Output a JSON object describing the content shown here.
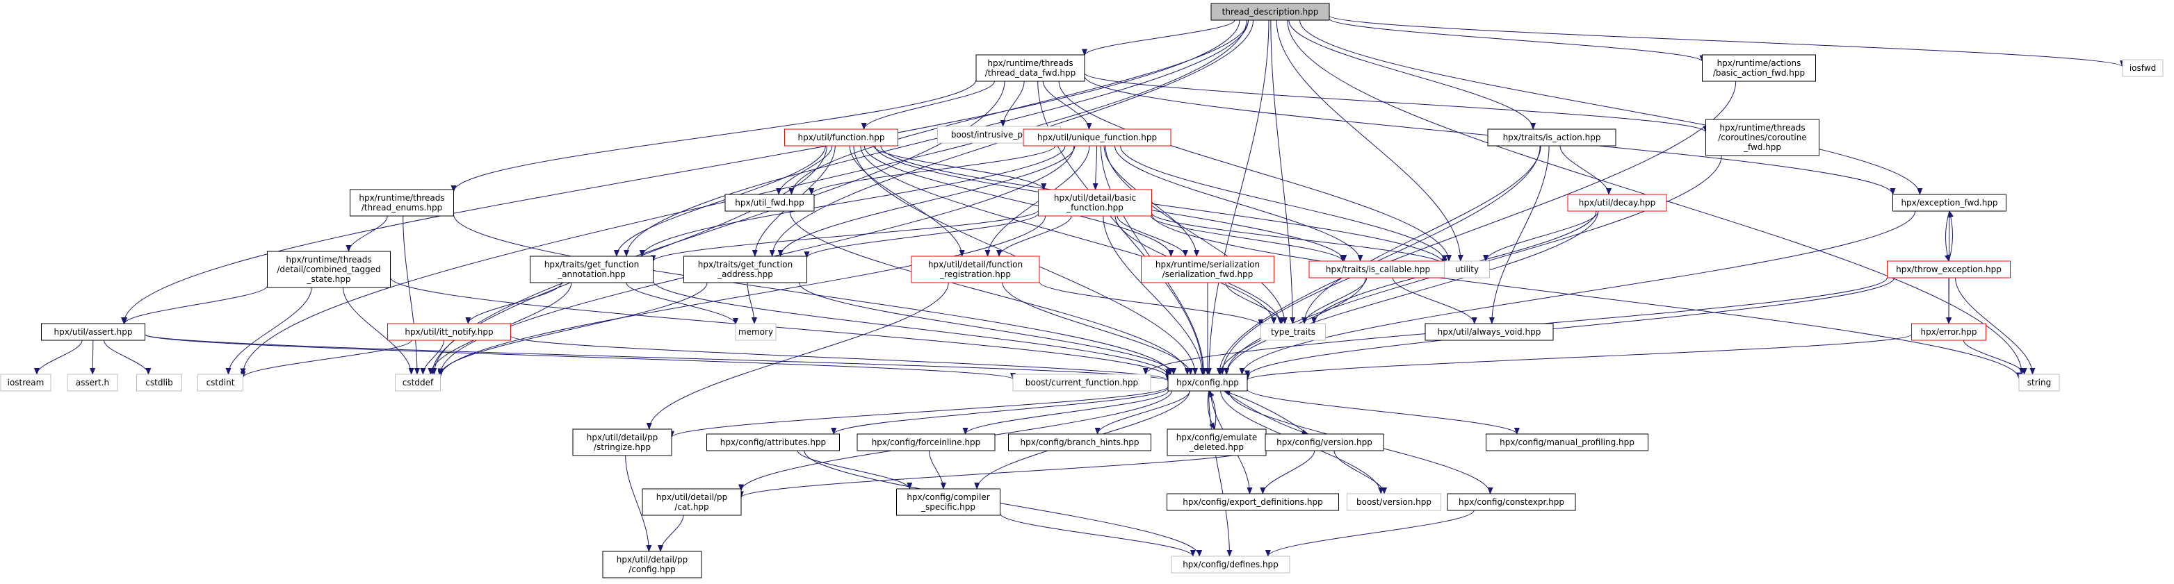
{
  "colors": {
    "edge": "#191970",
    "normal_border": "#000000",
    "incomplete_border": "#ff0000",
    "external_border": "#bfbfbf",
    "root_fill": "#bfbfbf",
    "node_fill": "#ffffff"
  },
  "nodes": {
    "root": {
      "lines": [
        "thread_description.hpp"
      ],
      "kind": "root"
    },
    "thread_data_fwd": {
      "lines": [
        "hpx/runtime/threads",
        "/thread_data_fwd.hpp"
      ],
      "kind": "normal"
    },
    "basic_action_fwd": {
      "lines": [
        "hpx/runtime/actions",
        "/basic_action_fwd.hpp"
      ],
      "kind": "normal"
    },
    "iosfwd": {
      "lines": [
        "iosfwd"
      ],
      "kind": "external"
    },
    "util_function": {
      "lines": [
        "hpx/util/function.hpp"
      ],
      "kind": "incomplete"
    },
    "intrusive_ptr": {
      "lines": [
        "boost/intrusive_ptr.hpp"
      ],
      "kind": "external"
    },
    "unique_function": {
      "lines": [
        "hpx/util/unique_function.hpp"
      ],
      "kind": "incomplete"
    },
    "is_action": {
      "lines": [
        "hpx/traits/is_action.hpp"
      ],
      "kind": "normal"
    },
    "coroutine_fwd": {
      "lines": [
        "hpx/runtime/threads",
        "/coroutines/coroutine",
        "_fwd.hpp"
      ],
      "kind": "normal"
    },
    "thread_enums": {
      "lines": [
        "hpx/runtime/threads",
        "/thread_enums.hpp"
      ],
      "kind": "normal"
    },
    "util_fwd": {
      "lines": [
        "hpx/util_fwd.hpp"
      ],
      "kind": "normal"
    },
    "basic_function": {
      "lines": [
        "hpx/util/detail/basic",
        "_function.hpp"
      ],
      "kind": "incomplete"
    },
    "decay": {
      "lines": [
        "hpx/util/decay.hpp"
      ],
      "kind": "incomplete"
    },
    "exception_fwd": {
      "lines": [
        "hpx/exception_fwd.hpp"
      ],
      "kind": "normal"
    },
    "combined_tagged": {
      "lines": [
        "hpx/runtime/threads",
        "/detail/combined_tagged",
        "_state.hpp"
      ],
      "kind": "normal"
    },
    "get_function_annotation": {
      "lines": [
        "hpx/traits/get_function",
        "_annotation.hpp"
      ],
      "kind": "normal"
    },
    "get_function_address": {
      "lines": [
        "hpx/traits/get_function",
        "_address.hpp"
      ],
      "kind": "normal"
    },
    "function_registration": {
      "lines": [
        "hpx/util/detail/function",
        "_registration.hpp"
      ],
      "kind": "incomplete"
    },
    "serialization_fwd": {
      "lines": [
        "hpx/runtime/serialization",
        "/serialization_fwd.hpp"
      ],
      "kind": "incomplete"
    },
    "is_callable": {
      "lines": [
        "hpx/traits/is_callable.hpp"
      ],
      "kind": "incomplete"
    },
    "utility": {
      "lines": [
        "utility"
      ],
      "kind": "external"
    },
    "throw_exception": {
      "lines": [
        "hpx/throw_exception.hpp"
      ],
      "kind": "incomplete"
    },
    "util_assert": {
      "lines": [
        "hpx/util/assert.hpp"
      ],
      "kind": "normal"
    },
    "itt_notify": {
      "lines": [
        "hpx/util/itt_notify.hpp"
      ],
      "kind": "incomplete"
    },
    "memory": {
      "lines": [
        "memory"
      ],
      "kind": "external"
    },
    "type_traits": {
      "lines": [
        "type_traits"
      ],
      "kind": "external"
    },
    "always_void": {
      "lines": [
        "hpx/util/always_void.hpp"
      ],
      "kind": "normal"
    },
    "error_hpp": {
      "lines": [
        "hpx/error.hpp"
      ],
      "kind": "incomplete"
    },
    "iostream": {
      "lines": [
        "iostream"
      ],
      "kind": "external"
    },
    "assert_h": {
      "lines": [
        "assert.h"
      ],
      "kind": "external"
    },
    "cstdlib": {
      "lines": [
        "cstdlib"
      ],
      "kind": "external"
    },
    "cstdint": {
      "lines": [
        "cstdint"
      ],
      "kind": "external"
    },
    "cstddef": {
      "lines": [
        "cstddef"
      ],
      "kind": "external"
    },
    "current_function": {
      "lines": [
        "boost/current_function.hpp"
      ],
      "kind": "external"
    },
    "config": {
      "lines": [
        "hpx/config.hpp"
      ],
      "kind": "normal"
    },
    "string": {
      "lines": [
        "string"
      ],
      "kind": "external"
    },
    "stringize": {
      "lines": [
        "hpx/util/detail/pp",
        "/stringize.hpp"
      ],
      "kind": "normal"
    },
    "attributes": {
      "lines": [
        "hpx/config/attributes.hpp"
      ],
      "kind": "normal"
    },
    "forceinline": {
      "lines": [
        "hpx/config/forceinline.hpp"
      ],
      "kind": "normal"
    },
    "branch_hints": {
      "lines": [
        "hpx/config/branch_hints.hpp"
      ],
      "kind": "normal"
    },
    "emulate_deleted": {
      "lines": [
        "hpx/config/emulate",
        "_deleted.hpp"
      ],
      "kind": "normal"
    },
    "config_version": {
      "lines": [
        "hpx/config/version.hpp"
      ],
      "kind": "normal"
    },
    "manual_profiling": {
      "lines": [
        "hpx/config/manual_profiling.hpp"
      ],
      "kind": "normal"
    },
    "pp_cat": {
      "lines": [
        "hpx/util/detail/pp",
        "/cat.hpp"
      ],
      "kind": "normal"
    },
    "compiler_specific": {
      "lines": [
        "hpx/config/compiler",
        "_specific.hpp"
      ],
      "kind": "normal"
    },
    "export_definitions": {
      "lines": [
        "hpx/config/export_definitions.hpp"
      ],
      "kind": "normal"
    },
    "boost_version": {
      "lines": [
        "boost/version.hpp"
      ],
      "kind": "external"
    },
    "constexpr": {
      "lines": [
        "hpx/config/constexpr.hpp"
      ],
      "kind": "normal"
    },
    "pp_config": {
      "lines": [
        "hpx/util/detail/pp",
        "/config.hpp"
      ],
      "kind": "normal"
    },
    "defines": {
      "lines": [
        "hpx/config/defines.hpp"
      ],
      "kind": "external"
    }
  },
  "edges": [
    [
      "root",
      "thread_data_fwd"
    ],
    [
      "root",
      "basic_action_fwd"
    ],
    [
      "root",
      "iosfwd"
    ],
    [
      "root",
      "is_action"
    ],
    [
      "root",
      "exception_fwd"
    ],
    [
      "root",
      "get_function_annotation"
    ],
    [
      "root",
      "get_function_address"
    ],
    [
      "root",
      "util_assert"
    ],
    [
      "root",
      "type_traits"
    ],
    [
      "root",
      "utility"
    ],
    [
      "root",
      "cstdint"
    ],
    [
      "root",
      "string"
    ],
    [
      "root",
      "config"
    ],
    [
      "root",
      "util_fwd"
    ],
    [
      "thread_data_fwd",
      "util_function"
    ],
    [
      "thread_data_fwd",
      "intrusive_ptr"
    ],
    [
      "thread_data_fwd",
      "unique_function"
    ],
    [
      "thread_data_fwd",
      "coroutine_fwd"
    ],
    [
      "thread_data_fwd",
      "thread_enums"
    ],
    [
      "thread_data_fwd",
      "cstddef"
    ],
    [
      "thread_data_fwd",
      "utility"
    ],
    [
      "thread_data_fwd",
      "config"
    ],
    [
      "thread_data_fwd",
      "exception_fwd"
    ],
    [
      "basic_action_fwd",
      "config"
    ],
    [
      "coroutine_fwd",
      "config"
    ],
    [
      "util_function",
      "util_fwd"
    ],
    [
      "util_function",
      "basic_function"
    ],
    [
      "util_function",
      "function_registration"
    ],
    [
      "util_function",
      "get_function_annotation"
    ],
    [
      "util_function",
      "get_function_address"
    ],
    [
      "util_function",
      "serialization_fwd"
    ],
    [
      "util_function",
      "is_callable"
    ],
    [
      "util_function",
      "config"
    ],
    [
      "util_function",
      "type_traits"
    ],
    [
      "util_function",
      "utility"
    ],
    [
      "util_function",
      "cstddef"
    ],
    [
      "unique_function",
      "util_fwd"
    ],
    [
      "unique_function",
      "basic_function"
    ],
    [
      "unique_function",
      "function_registration"
    ],
    [
      "unique_function",
      "get_function_annotation"
    ],
    [
      "unique_function",
      "get_function_address"
    ],
    [
      "unique_function",
      "serialization_fwd"
    ],
    [
      "unique_function",
      "is_callable"
    ],
    [
      "unique_function",
      "config"
    ],
    [
      "unique_function",
      "type_traits"
    ],
    [
      "unique_function",
      "utility"
    ],
    [
      "unique_function",
      "cstddef"
    ],
    [
      "is_action",
      "decay"
    ],
    [
      "is_action",
      "type_traits"
    ],
    [
      "is_action",
      "config"
    ],
    [
      "is_action",
      "always_void"
    ],
    [
      "thread_enums",
      "combined_tagged"
    ],
    [
      "thread_enums",
      "config"
    ],
    [
      "thread_enums",
      "cstddef"
    ],
    [
      "util_fwd",
      "config"
    ],
    [
      "basic_function",
      "get_function_annotation"
    ],
    [
      "basic_function",
      "get_function_address"
    ],
    [
      "basic_function",
      "function_registration"
    ],
    [
      "basic_function",
      "serialization_fwd"
    ],
    [
      "basic_function",
      "is_callable"
    ],
    [
      "basic_function",
      "config"
    ],
    [
      "basic_function",
      "type_traits"
    ],
    [
      "basic_function",
      "utility"
    ],
    [
      "basic_function",
      "cstddef"
    ],
    [
      "basic_function",
      "string"
    ],
    [
      "decay",
      "utility"
    ],
    [
      "decay",
      "type_traits"
    ],
    [
      "decay",
      "config"
    ],
    [
      "exception_fwd",
      "throw_exception"
    ],
    [
      "exception_fwd",
      "error_hpp"
    ],
    [
      "exception_fwd",
      "config"
    ],
    [
      "combined_tagged",
      "util_assert"
    ],
    [
      "combined_tagged",
      "cstdint"
    ],
    [
      "combined_tagged",
      "cstddef"
    ],
    [
      "combined_tagged",
      "config"
    ],
    [
      "get_function_annotation",
      "itt_notify"
    ],
    [
      "get_function_annotation",
      "config"
    ],
    [
      "get_function_annotation",
      "memory"
    ],
    [
      "get_function_annotation",
      "cstddef"
    ],
    [
      "get_function_address",
      "config"
    ],
    [
      "get_function_address",
      "memory"
    ],
    [
      "get_function_address",
      "cstddef"
    ],
    [
      "function_registration",
      "config"
    ],
    [
      "function_registration",
      "type_traits"
    ],
    [
      "function_registration",
      "stringize"
    ],
    [
      "serialization_fwd",
      "config"
    ],
    [
      "serialization_fwd",
      "type_traits"
    ],
    [
      "is_callable",
      "config"
    ],
    [
      "is_callable",
      "type_traits"
    ],
    [
      "is_callable",
      "always_void"
    ],
    [
      "throw_exception",
      "exception_fwd"
    ],
    [
      "throw_exception",
      "error_hpp"
    ],
    [
      "throw_exception",
      "config"
    ],
    [
      "throw_exception",
      "string"
    ],
    [
      "throw_exception",
      "current_function"
    ],
    [
      "util_assert",
      "iostream"
    ],
    [
      "util_assert",
      "assert_h"
    ],
    [
      "util_assert",
      "cstdlib"
    ],
    [
      "util_assert",
      "config"
    ],
    [
      "util_assert",
      "current_function"
    ],
    [
      "itt_notify",
      "config"
    ],
    [
      "itt_notify",
      "cstdint"
    ],
    [
      "itt_notify",
      "cstddef"
    ],
    [
      "error_hpp",
      "config"
    ],
    [
      "error_hpp",
      "string"
    ],
    [
      "config",
      "stringize"
    ],
    [
      "config",
      "attributes"
    ],
    [
      "config",
      "forceinline"
    ],
    [
      "config",
      "branch_hints"
    ],
    [
      "config",
      "emulate_deleted"
    ],
    [
      "config",
      "config_version"
    ],
    [
      "config",
      "manual_profiling"
    ],
    [
      "config",
      "pp_cat"
    ],
    [
      "config",
      "compiler_specific"
    ],
    [
      "config",
      "export_definitions"
    ],
    [
      "config",
      "boost_version"
    ],
    [
      "config",
      "constexpr"
    ],
    [
      "config",
      "defines"
    ],
    [
      "emulate_deleted",
      "config"
    ],
    [
      "config_version",
      "config"
    ],
    [
      "config_version",
      "pp_cat"
    ],
    [
      "config_version",
      "export_definitions"
    ],
    [
      "config_version",
      "boost_version"
    ],
    [
      "stringize",
      "pp_config"
    ],
    [
      "pp_cat",
      "pp_config"
    ],
    [
      "attributes",
      "compiler_specific"
    ],
    [
      "attributes",
      "defines"
    ],
    [
      "forceinline",
      "compiler_specific"
    ],
    [
      "compiler_specific",
      "defines"
    ],
    [
      "constexpr",
      "defines"
    ]
  ]
}
